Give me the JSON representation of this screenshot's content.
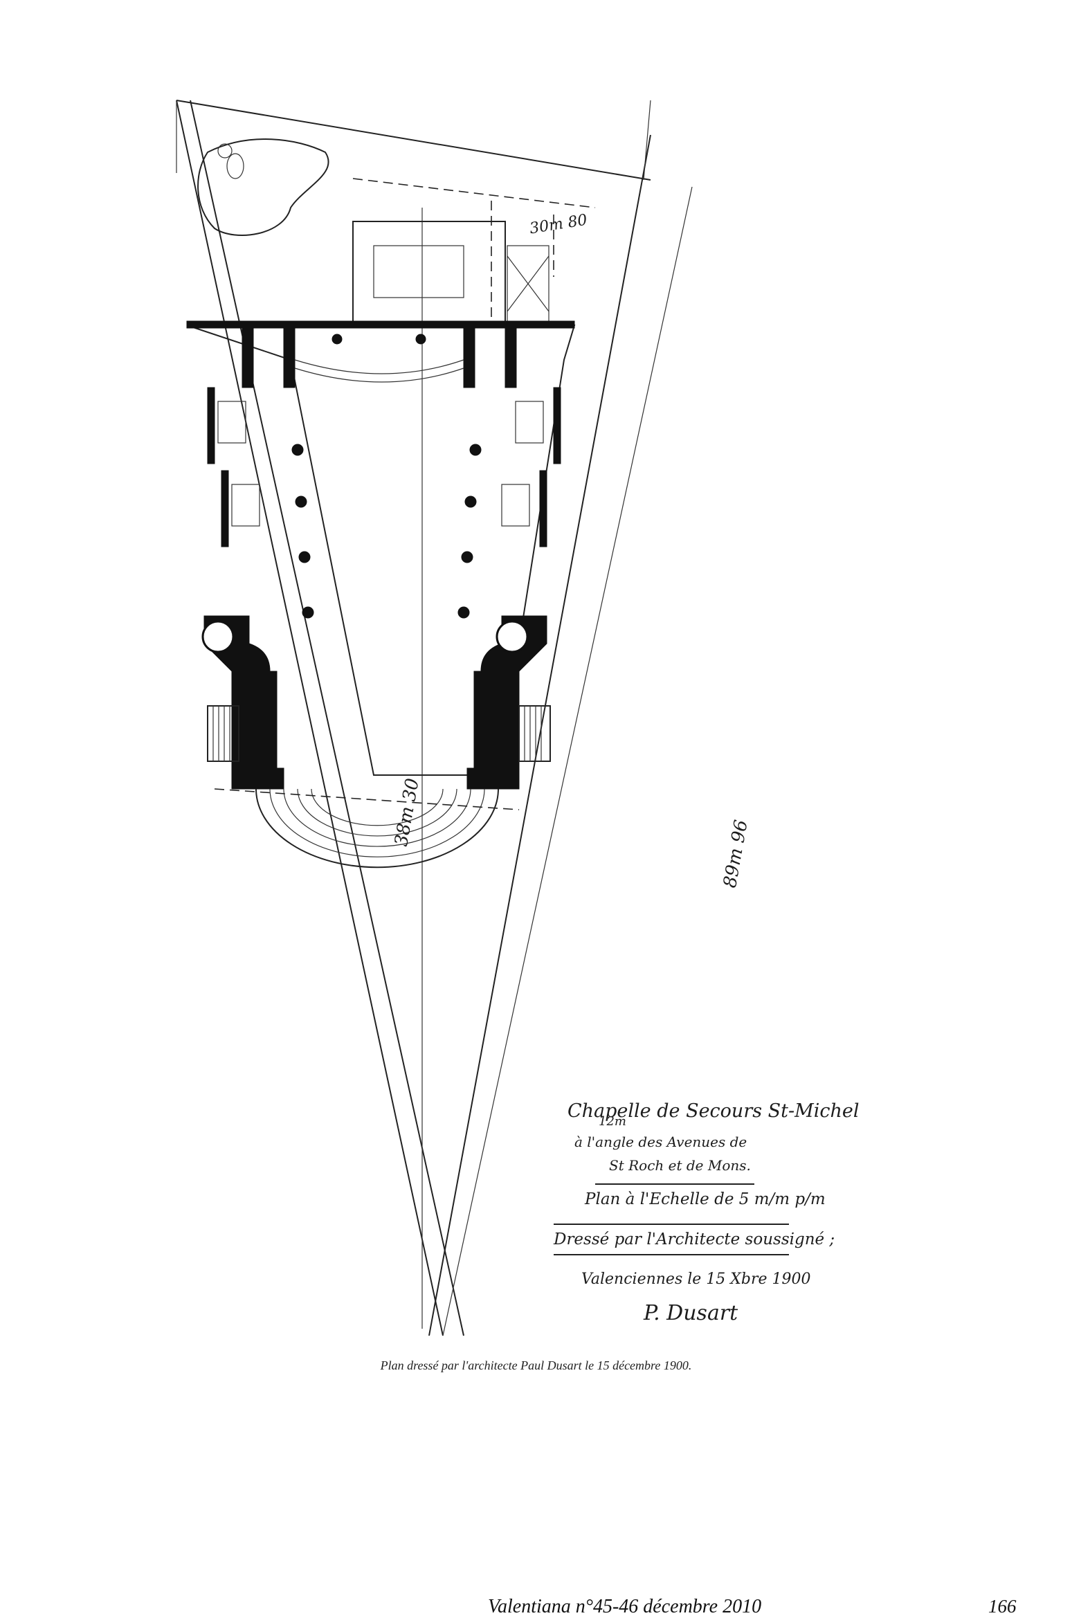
{
  "plan_annotations": {
    "dim_left": "38m 30",
    "dim_right": "89m 96",
    "dim_top": "30m 80",
    "dim_bottom": "12m"
  },
  "cartouche": {
    "title_line_1": "Chapelle de Secours St-Michel",
    "title_line_2": "à l'angle des Avenues de",
    "title_line_3": "St Roch et de Mons.",
    "scale": "Plan à l'Echelle de 5 m/m p/m",
    "drawn_by": "Dressé par l'Architecte soussigné ;",
    "date": "Valenciennes le 15 Xbre 1900",
    "signature": "P. Dusart"
  },
  "caption": "Plan dressé par l'architecte Paul Dusart le 15 décembre 1900.",
  "footer": {
    "publication": "Valentiana n°45-46 décembre 2010",
    "page_number": "166"
  }
}
